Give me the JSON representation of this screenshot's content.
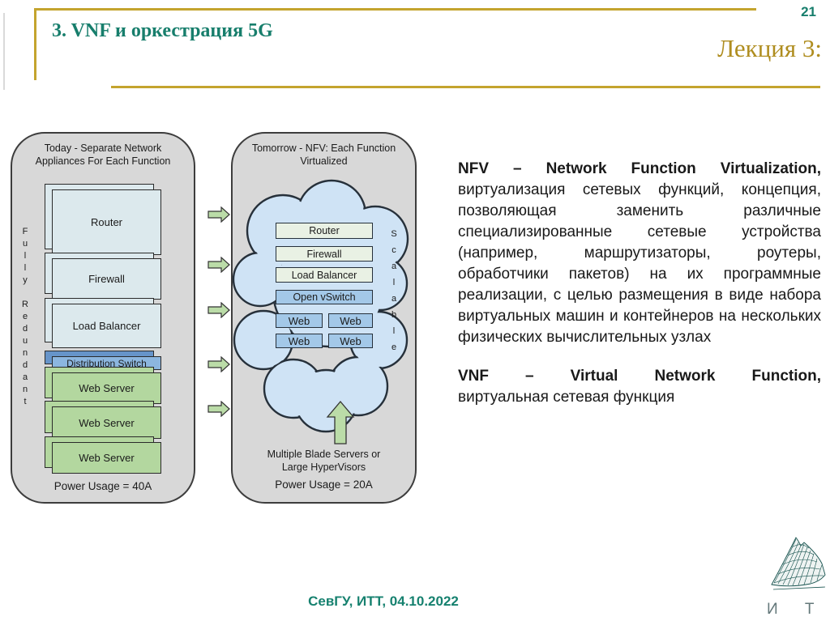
{
  "header": {
    "page_number": "21",
    "title": "3. VNF и оркестрация 5G",
    "lecture": "Лекция 3:"
  },
  "diagram": {
    "left": {
      "title": "Today - Separate Network Appliances For Each Function",
      "vertical_label": "Fully Redundant",
      "boxes": [
        {
          "label": "Router"
        },
        {
          "label": "Firewall"
        },
        {
          "label": "Load Balancer"
        },
        {
          "label": "Distribution Switch"
        },
        {
          "label": "Web Server"
        },
        {
          "label": "Web Server"
        },
        {
          "label": "Web Server"
        }
      ],
      "power": "Power Usage = 40A"
    },
    "right": {
      "title": "Tomorrow - NFV: Each Function Virtualized",
      "vertical_label": "Scalable",
      "stack": [
        {
          "label": "Router"
        },
        {
          "label": "Firewall"
        },
        {
          "label": "Load Balancer"
        },
        {
          "label": "Open vSwitch"
        }
      ],
      "web": [
        {
          "label": "Web"
        },
        {
          "label": "Web"
        },
        {
          "label": "Web"
        },
        {
          "label": "Web"
        }
      ],
      "caption": "Multiple Blade Servers or Large HyperVisors",
      "power": "Power Usage = 20A"
    }
  },
  "article": {
    "p1_lead": "NFV – Network Function Virtualization,",
    "p1_body": "виртуализация сетевых функций, концепция, позволяющая заменить различные специализированные сетевые устройства (например, маршрутизаторы, роутеры, обработчики пакетов) на их программные реализации, с целью размещения в виде набора виртуальных машин и контейнеров на нескольких физических вычислительных узлах",
    "p2_lead": "VNF – Virtual Network Function,",
    "p2_body": "виртуальная сетевая функция"
  },
  "footer": {
    "credit": "СевГУ, ИТТ, 04.10.2022",
    "logo_text": "И Т Т"
  },
  "colors": {
    "accent_teal": "#177E6C",
    "accent_gold": "#C4A42E",
    "panel_gray": "#D8D8D8",
    "appliance_blue": "#DCE9ED",
    "switch_blue": "#8CB6DF",
    "server_green": "#B3D79F",
    "cloud_blue": "#CFE3F5",
    "vm_blue": "#A3C8E8",
    "pale_box": "#E9F1E4",
    "arrow_green": "#BBDCA8"
  }
}
